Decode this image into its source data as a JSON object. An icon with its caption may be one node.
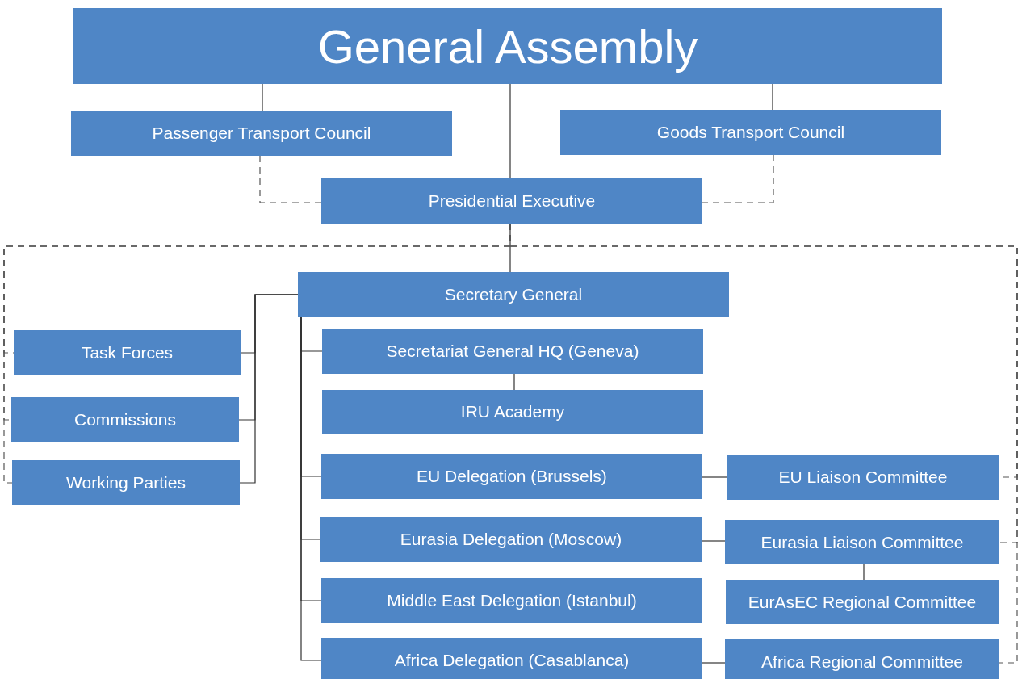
{
  "diagram": {
    "nodes": [
      {
        "text": [
          "General Assembly"
        ]
      },
      {
        "text": [
          "Passenger Transport Council"
        ]
      },
      {
        "text": [
          "Goods Transport Council"
        ]
      },
      {
        "text": [
          "Presidential Executive"
        ]
      },
      {
        "text": [
          "Secretary General"
        ]
      },
      {
        "text": [
          "Task Forces"
        ]
      },
      {
        "text": [
          "Commissions"
        ]
      },
      {
        "text": [
          "Working Parties"
        ]
      },
      {
        "text": [
          "Secretariat General HQ (Geneva)"
        ]
      },
      {
        "text": [
          "IRU Academy"
        ]
      },
      {
        "text": [
          "EU Delegation (Brussels)"
        ]
      },
      {
        "text": [
          "EU Liaison Committee"
        ]
      },
      {
        "text": [
          "Eurasia Delegation (Moscow)"
        ]
      },
      {
        "text": [
          "Eurasia Liaison Committee"
        ]
      },
      {
        "text": [
          "Middle East Delegation (Istanbul)"
        ]
      },
      {
        "text": [
          "EurAsEC Regional Committee"
        ]
      },
      {
        "text": [
          "Africa Delegation (Casablanca)"
        ]
      },
      {
        "text": [
          "Africa Regional Committee"
        ]
      }
    ],
    "edges": [
      {
        "from": 0,
        "to": 1,
        "arrow": "none"
      },
      {
        "from": 0,
        "to": 2,
        "arrow": "none"
      },
      {
        "from": 0,
        "to": 3,
        "arrow": "none"
      },
      {
        "from": 1,
        "to": 3,
        "arrow": "none",
        "style": "dashed"
      },
      {
        "from": 2,
        "to": 3,
        "arrow": "none",
        "style": "dashed"
      },
      {
        "from": 3,
        "to": 4,
        "arrow": "none"
      },
      {
        "from": 4,
        "to": 5,
        "arrow": "none"
      },
      {
        "from": 4,
        "to": 6,
        "arrow": "none"
      },
      {
        "from": 4,
        "to": 7,
        "arrow": "none"
      },
      {
        "from": 4,
        "to": 8,
        "arrow": "none"
      },
      {
        "from": 4,
        "to": 10,
        "arrow": "none"
      },
      {
        "from": 4,
        "to": 12,
        "arrow": "none"
      },
      {
        "from": 4,
        "to": 14,
        "arrow": "none"
      },
      {
        "from": 4,
        "to": 16,
        "arrow": "none"
      },
      {
        "from": 8,
        "to": 9,
        "arrow": "none"
      },
      {
        "from": 10,
        "to": 11,
        "arrow": "none"
      },
      {
        "from": 12,
        "to": 13,
        "arrow": "none"
      },
      {
        "from": 13,
        "to": 15,
        "arrow": "none"
      },
      {
        "from": 16,
        "to": 17,
        "arrow": "none"
      },
      {
        "from": 3,
        "to": 5,
        "arrow": "none",
        "style": "dashed"
      },
      {
        "from": 3,
        "to": 6,
        "arrow": "none",
        "style": "dashed"
      },
      {
        "from": 3,
        "to": 7,
        "arrow": "none",
        "style": "dashed"
      },
      {
        "from": 3,
        "to": 11,
        "arrow": "none",
        "style": "dashed"
      },
      {
        "from": 3,
        "to": 13,
        "arrow": "none",
        "style": "dashed"
      },
      {
        "from": 3,
        "to": 17,
        "arrow": "none",
        "style": "dashed"
      }
    ]
  }
}
